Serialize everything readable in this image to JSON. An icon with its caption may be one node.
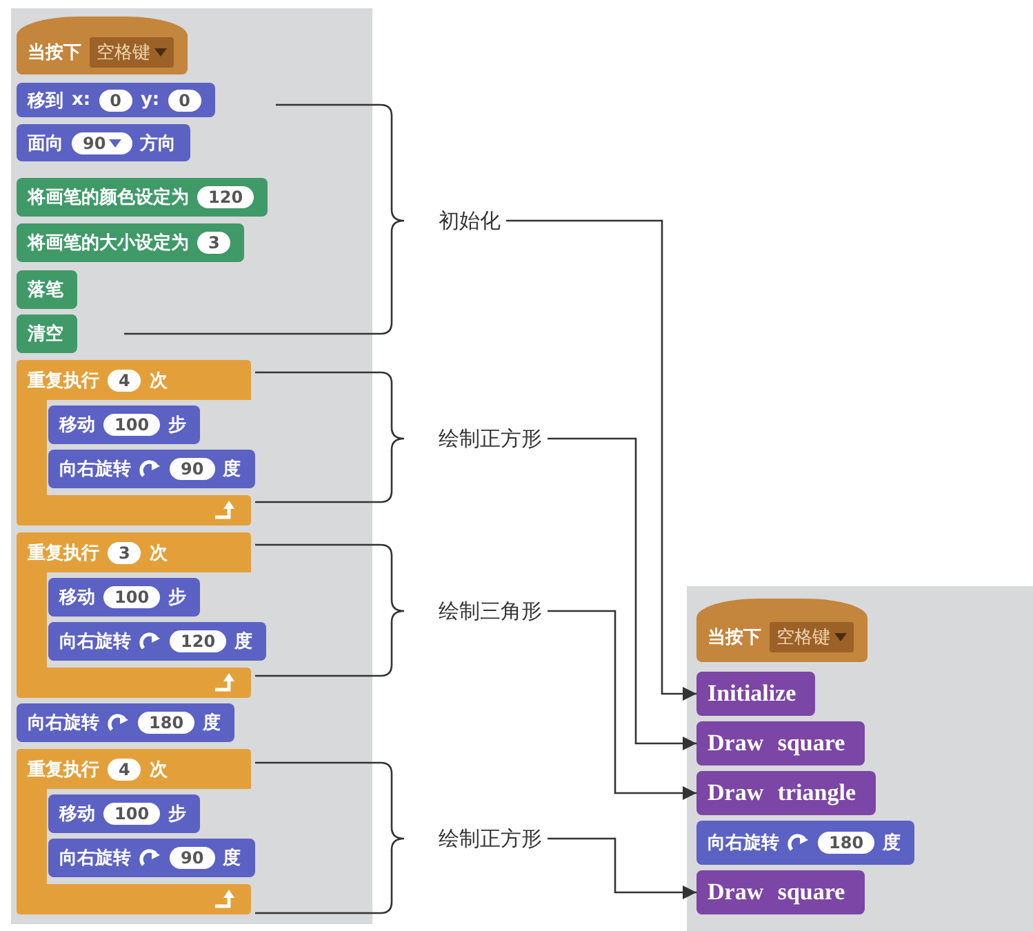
{
  "diagram": {
    "nodes": [
      {
        "text": [
          "当按下",
          "空格键"
        ]
      },
      {
        "text": [
          "移到",
          "x:",
          "0",
          "y:",
          "0"
        ]
      },
      {
        "text": [
          "面向",
          "90",
          "方向"
        ]
      },
      {
        "text": [
          "将画笔的颜色设定为",
          "120"
        ]
      },
      {
        "text": [
          "将画笔的大小设定为",
          "3"
        ]
      },
      {
        "text": [
          "落笔"
        ]
      },
      {
        "text": [
          "清空"
        ]
      },
      {
        "text": [
          "重复执行",
          "4",
          "次"
        ]
      },
      {
        "text": [
          "移动",
          "100",
          "步"
        ],
        "in": 7
      },
      {
        "text": [
          "向右旋转",
          "90",
          "度"
        ],
        "in": 7
      },
      {
        "text": [
          "重复执行",
          "3",
          "次"
        ]
      },
      {
        "text": [
          "移动",
          "100",
          "步"
        ],
        "in": 10
      },
      {
        "text": [
          "向右旋转",
          "120",
          "度"
        ],
        "in": 10
      },
      {
        "text": [
          "向右旋转",
          "180",
          "度"
        ]
      },
      {
        "text": [
          "重复执行",
          "4",
          "次"
        ]
      },
      {
        "text": [
          "移动",
          "100",
          "步"
        ],
        "in": 14
      },
      {
        "text": [
          "向右旋转",
          "90",
          "度"
        ],
        "in": 14
      },
      {
        "text": [
          "初始化"
        ]
      },
      {
        "text": [
          "绘制正方形"
        ]
      },
      {
        "text": [
          "绘制三角形"
        ]
      },
      {
        "text": [
          "绘制正方形"
        ]
      },
      {
        "text": [
          "当按下",
          "空格键"
        ]
      },
      {
        "text": [
          "Initialize"
        ]
      },
      {
        "text": [
          "Draw square"
        ]
      },
      {
        "text": [
          "Draw triangle"
        ]
      },
      {
        "text": [
          "向右旋转",
          "180",
          "度"
        ]
      },
      {
        "text": [
          "Draw square"
        ]
      }
    ],
    "edges": [
      {
        "from": 17,
        "to": 22,
        "arrow": "to"
      },
      {
        "from": 18,
        "to": 23,
        "arrow": "to"
      },
      {
        "from": 19,
        "to": 24,
        "arrow": "to"
      },
      {
        "from": 20,
        "to": 26,
        "arrow": "to"
      }
    ]
  }
}
